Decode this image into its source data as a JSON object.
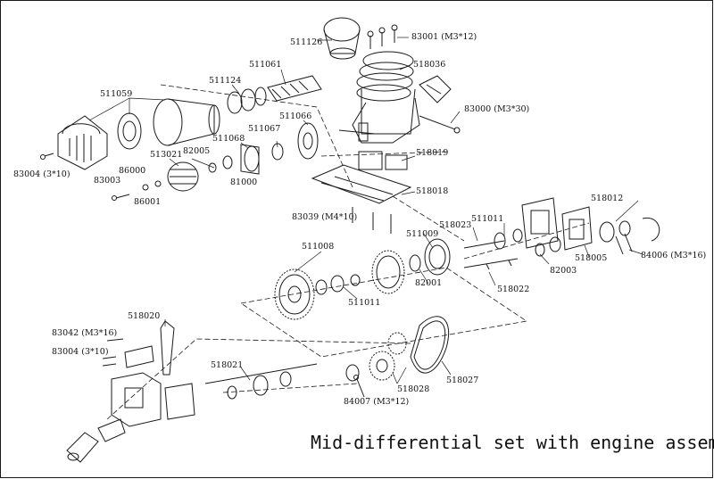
{
  "caption": "Mid-differential set with engine assembly",
  "labels": [
    "511126",
    "83001 (M3*12)",
    "511061",
    "518036",
    "511124",
    "511059",
    "83000 (M3*30)",
    "511066",
    "511067",
    "511068",
    "82005",
    "513021",
    "518019",
    "86000",
    "83003",
    "81000",
    "83004 (3*10)",
    "86001",
    "518018",
    "518012",
    "83039 (M4*10)",
    "518023",
    "511011",
    "511009",
    "511008",
    "84006 (M3*16)",
    "518005",
    "82003",
    "82001",
    "518022",
    "511011",
    "518020",
    "83042 (M3*16)",
    "83004 (3*10)",
    "518021",
    "518028",
    "518027",
    "84007 (M3*12)"
  ]
}
